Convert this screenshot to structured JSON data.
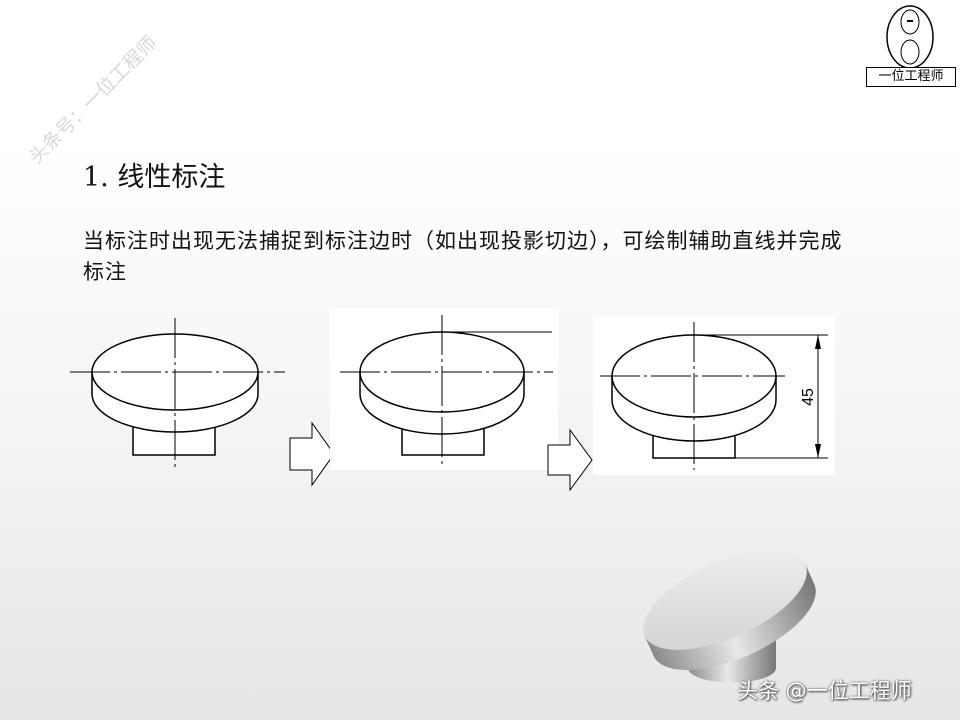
{
  "watermark": "头条号：一位工程师",
  "logo": {
    "label": "一位工程师"
  },
  "slide": {
    "title": "1. 线性标注",
    "body": "当标注时出现无法捕捉到标注边时（如出现投影切边），可绘制辅助直线并完成标注",
    "dimension_value": "45"
  },
  "footer": "头条 @一位工程师"
}
